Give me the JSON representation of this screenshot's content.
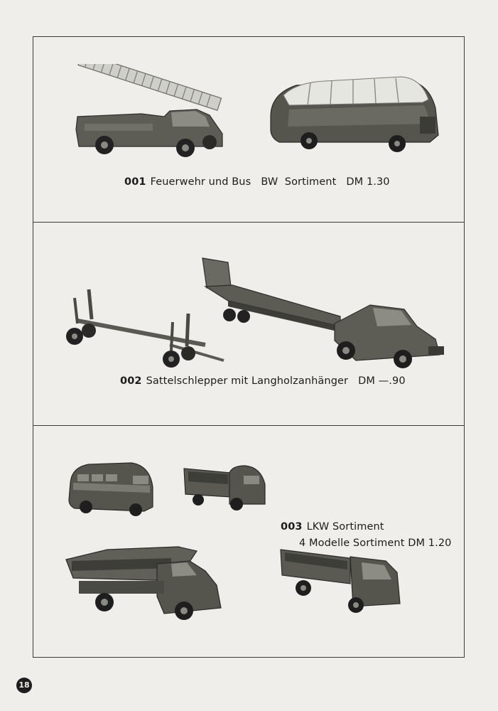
{
  "page_number": "18",
  "sections": [
    {
      "number": "001",
      "title": "Feuerwehr und Bus",
      "detail": "BW  Sortiment",
      "price": "DM 1.30",
      "illustrations": [
        "fire-ladder-truck-icon",
        "bus-icon"
      ]
    },
    {
      "number": "002",
      "title": "Sattelschlepper mit Langholzanhänger",
      "price": "DM —.90",
      "illustrations": [
        "logging-trailer-icon",
        "semi-truck-flatbed-icon"
      ]
    },
    {
      "number": "003",
      "title": "LKW Sortiment",
      "line2": "4 Modelle Sortiment DM 1.20",
      "illustrations": [
        "vw-van-icon",
        "vw-pickup-icon",
        "dump-truck-icon",
        "flatbed-truck-icon"
      ]
    }
  ],
  "colors": {
    "paper": "#efeeea",
    "ink": "#1f1f1f",
    "model": "#5a5a52"
  }
}
